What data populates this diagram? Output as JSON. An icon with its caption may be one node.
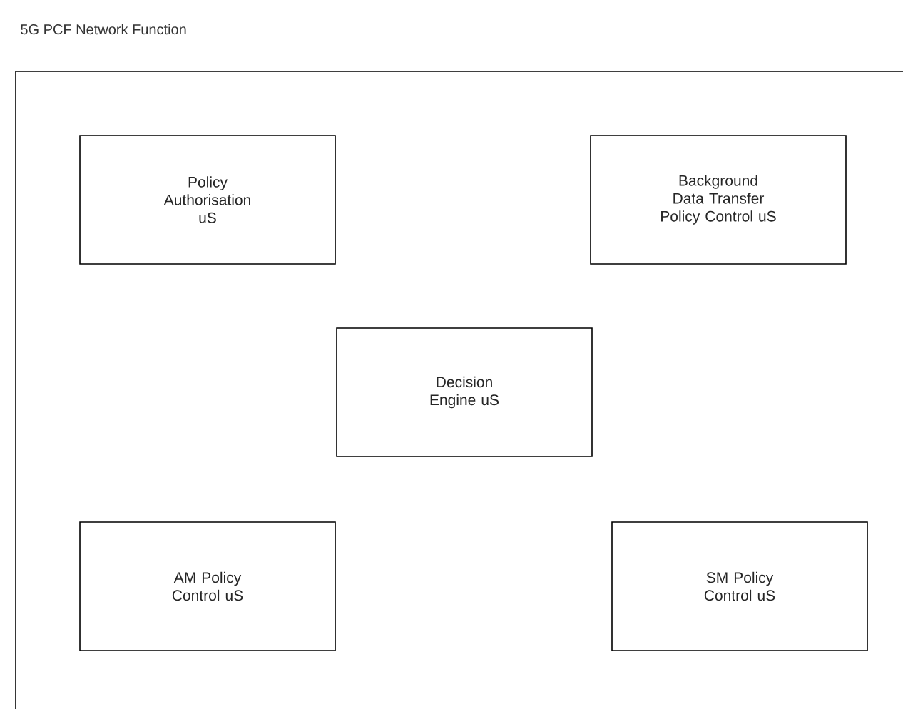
{
  "diagram": {
    "nodes": [
      {
        "text": [
          "5G PCF Network Function"
        ]
      },
      {
        "text": [
          "Policy Authorisation uS"
        ],
        "in": 0
      },
      {
        "text": [
          "Background Data Transfer Policy Control uS"
        ],
        "in": 0
      },
      {
        "text": [
          "Decision Engine uS"
        ],
        "in": 0
      },
      {
        "text": [
          "AM Policy Control uS"
        ],
        "in": 0
      },
      {
        "text": [
          "SM Policy Control uS"
        ],
        "in": 0
      }
    ]
  }
}
